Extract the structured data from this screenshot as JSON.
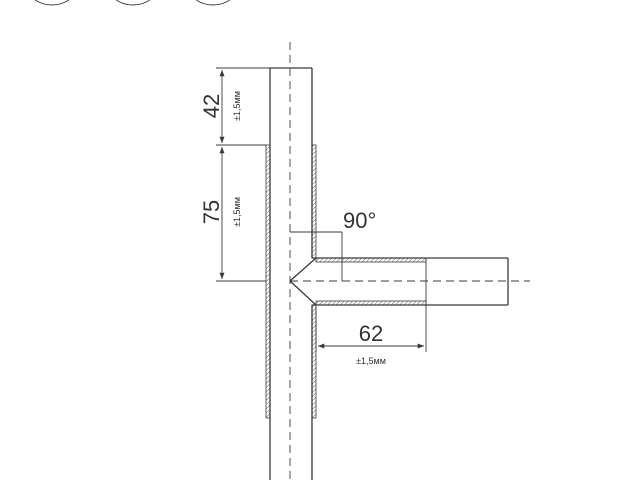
{
  "dimensions": {
    "top_length": {
      "value": "42",
      "tolerance": "±1,5мм"
    },
    "mid_length": {
      "value": "75",
      "tolerance": "±1,5мм"
    },
    "branch_length": {
      "value": "62",
      "tolerance": "±1,5мм"
    },
    "angle": {
      "value": "90°"
    }
  },
  "colors": {
    "stroke": "#3a3a3a",
    "background": "#ffffff"
  }
}
